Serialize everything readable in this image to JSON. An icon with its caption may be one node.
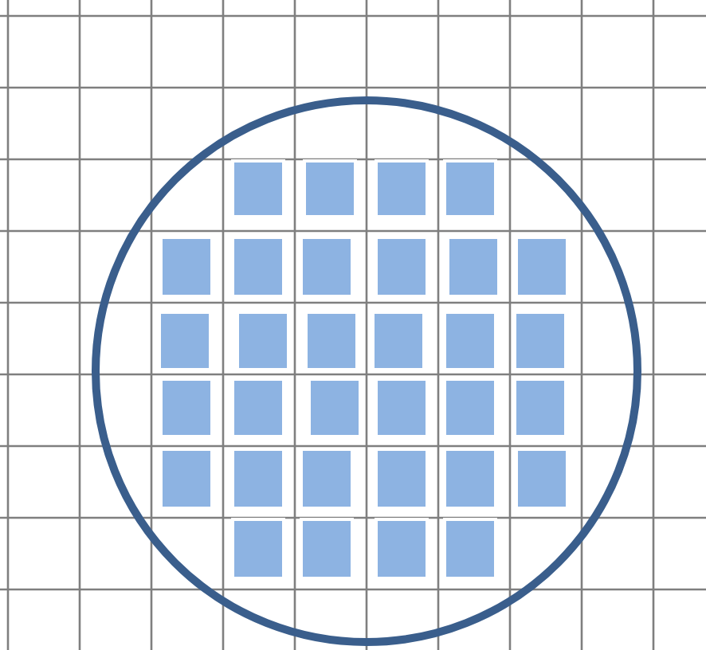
{
  "diagram": {
    "nodes": [
      {
        "text": [],
        "shape": "circle"
      },
      {
        "text": [],
        "shape": "box",
        "in": 0
      },
      {
        "text": [],
        "shape": "box",
        "in": 0
      },
      {
        "text": [],
        "shape": "box",
        "in": 0
      },
      {
        "text": [],
        "shape": "box",
        "in": 0
      },
      {
        "text": [],
        "shape": "box",
        "in": 0
      },
      {
        "text": [],
        "shape": "box",
        "in": 0
      },
      {
        "text": [],
        "shape": "box",
        "in": 0
      },
      {
        "text": [],
        "shape": "box",
        "in": 0
      },
      {
        "text": [],
        "shape": "box",
        "in": 0
      },
      {
        "text": [],
        "shape": "box",
        "in": 0
      },
      {
        "text": [],
        "shape": "box",
        "in": 0
      },
      {
        "text": [],
        "shape": "box",
        "in": 0
      },
      {
        "text": [],
        "shape": "box",
        "in": 0
      },
      {
        "text": [],
        "shape": "box",
        "in": 0
      },
      {
        "text": [],
        "shape": "box",
        "in": 0
      },
      {
        "text": [],
        "shape": "box",
        "in": 0
      },
      {
        "text": [],
        "shape": "box",
        "in": 0
      },
      {
        "text": [],
        "shape": "box",
        "in": 0
      },
      {
        "text": [],
        "shape": "box",
        "in": 0
      },
      {
        "text": [],
        "shape": "box",
        "in": 0
      },
      {
        "text": [],
        "shape": "box",
        "in": 0
      },
      {
        "text": [],
        "shape": "box",
        "in": 0
      },
      {
        "text": [],
        "shape": "box",
        "in": 0
      },
      {
        "text": [],
        "shape": "box",
        "in": 0
      },
      {
        "text": [],
        "shape": "box",
        "in": 0
      },
      {
        "text": [],
        "shape": "box",
        "in": 0
      },
      {
        "text": [],
        "shape": "box",
        "in": 0
      },
      {
        "text": [],
        "shape": "box",
        "in": 0
      },
      {
        "text": [],
        "shape": "box",
        "in": 0
      },
      {
        "text": [],
        "shape": "box",
        "in": 0
      },
      {
        "text": [],
        "shape": "box",
        "in": 0
      },
      {
        "text": [],
        "shape": "box",
        "in": 0
      }
    ]
  }
}
